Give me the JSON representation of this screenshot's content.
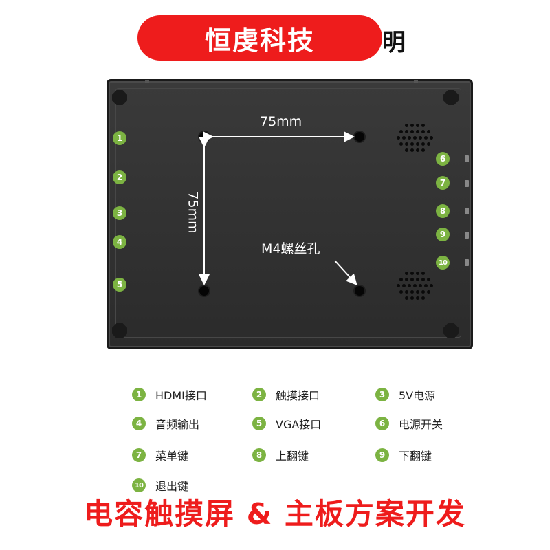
{
  "header": {
    "brand": "恒虔科技",
    "tail": "明"
  },
  "device": {
    "horizontal_dim": "75mm",
    "vertical_dim": "75mm",
    "screw_label": "M4螺丝孔",
    "left_ports": [
      "1",
      "2",
      "3",
      "4",
      "5"
    ],
    "right_ports": [
      "6",
      "7",
      "8",
      "9",
      "10"
    ]
  },
  "legend": [
    {
      "num": "1",
      "label": "HDMI接口"
    },
    {
      "num": "2",
      "label": "触摸接口"
    },
    {
      "num": "3",
      "label": "5V电源"
    },
    {
      "num": "4",
      "label": "音频输出"
    },
    {
      "num": "5",
      "label": "VGA接口"
    },
    {
      "num": "6",
      "label": "电源开关"
    },
    {
      "num": "7",
      "label": "菜单键"
    },
    {
      "num": "8",
      "label": "上翻键"
    },
    {
      "num": "9",
      "label": "下翻键"
    },
    {
      "num": "10",
      "label": "退出键"
    }
  ],
  "footer": {
    "text": "电容触摸屏 & 主板方案开发"
  },
  "colors": {
    "accent": "#ee1c1c",
    "badge": "#7cb342",
    "panel": "#2f2f2f"
  }
}
